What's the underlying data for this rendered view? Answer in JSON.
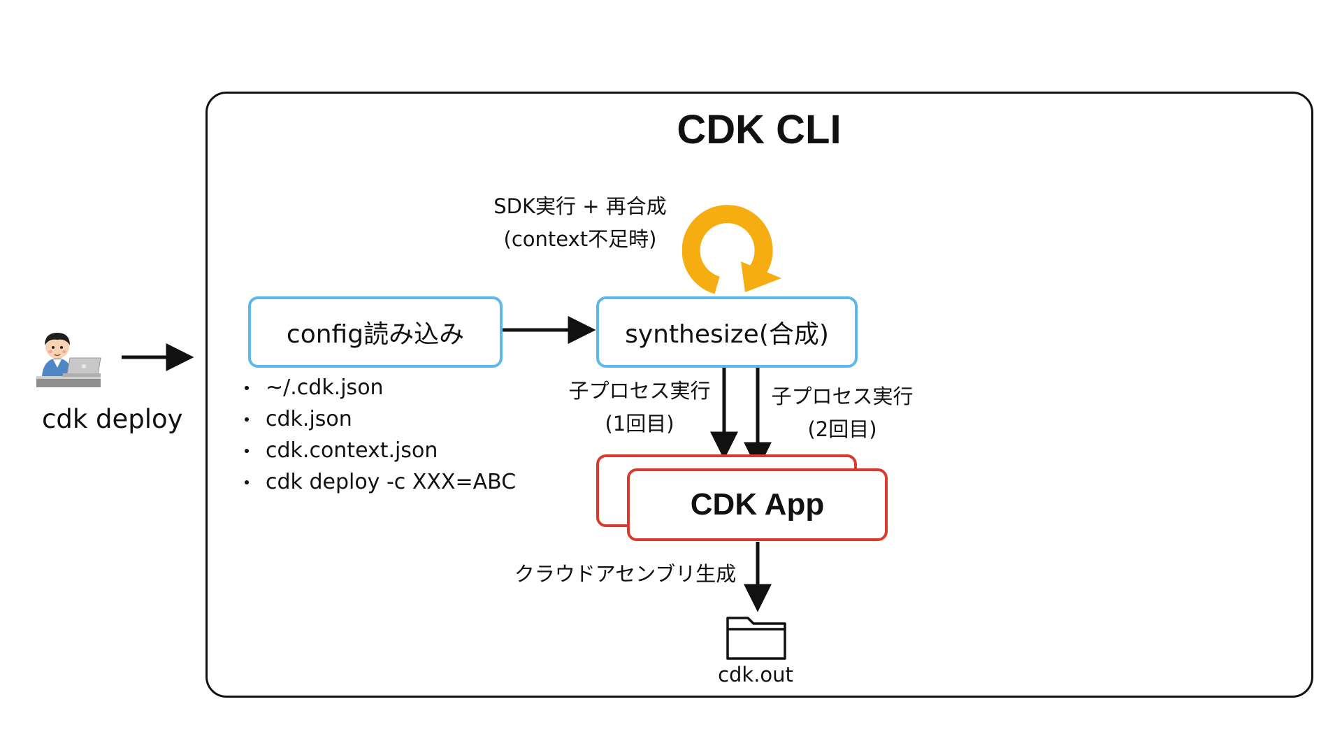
{
  "cli": {
    "title": "CDK CLI"
  },
  "user": {
    "command": "cdk deploy"
  },
  "config_box": {
    "label": "config読み込み"
  },
  "config_sources": [
    "~/.cdk.json",
    "cdk.json",
    "cdk.context.json",
    "cdk deploy -c XXX=ABC"
  ],
  "synth_box": {
    "label": "synthesize(合成)"
  },
  "loop_note": {
    "lines": [
      "SDK実行 + 再合成",
      "(context不足時)"
    ]
  },
  "child_process_1": {
    "lines": [
      "子プロセス実行",
      "(1回目)"
    ]
  },
  "child_process_2": {
    "lines": [
      "子プロセス実行",
      "(2回目)"
    ]
  },
  "app_box": {
    "label": "CDK App"
  },
  "assembly_note": {
    "label": "クラウドアセンブリ生成"
  },
  "output": {
    "label": "cdk.out"
  },
  "colors": {
    "box_blue": "#5cb8ea",
    "box_red": "#d93a2c",
    "loop_orange": "#f6ad12",
    "line": "#111111"
  },
  "icons": [
    "user-with-laptop-icon",
    "loop-arrow-icon",
    "folder-icon"
  ]
}
